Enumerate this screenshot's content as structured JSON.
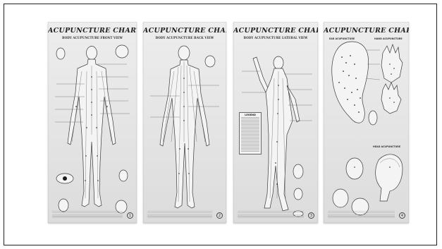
{
  "posters": [
    {
      "title": "ACUPUNCTURE CHART",
      "subtitle": "BODY ACUPUNCTURE   FRONT VIEW",
      "seal": "1"
    },
    {
      "title": "ACUPUNCTURE CHART",
      "subtitle": "BODY ACUPUNCTURE   BACK VIEW",
      "seal": "2"
    },
    {
      "title": "ACUPUNCTURE CHART",
      "subtitle": "BODY ACUPUNCTURE   LATERAL VIEW",
      "seal": "3",
      "legend_title": "LEGEND"
    },
    {
      "title": "ACUPUNCTURE CHART",
      "subtitle_left": "EAR ACUPUNCTURE",
      "subtitle_right": "HAND ACUPUNCTURE",
      "head_label": "HEAD ACUPUNCTURE",
      "seal": "4"
    }
  ],
  "colors": {
    "frame": "#222222",
    "poster": "#e6e6e6",
    "ink": "#2a2a2a"
  }
}
